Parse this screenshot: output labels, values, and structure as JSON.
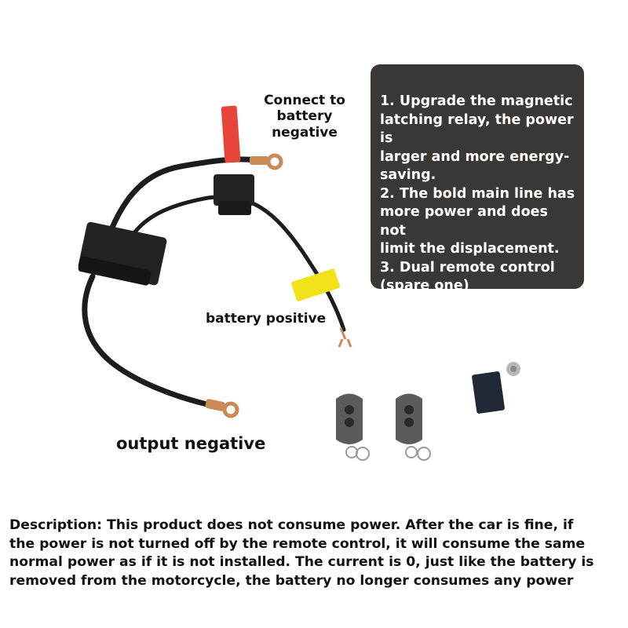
{
  "labels": {
    "battery_negative": [
      "Connect to",
      "battery negative"
    ],
    "battery_positive": "battery positive",
    "output_negative": "output negative"
  },
  "info_panel": {
    "features": [
      "1. Upgrade the magnetic",
      "latching relay, the power is",
      "larger and more energy-",
      "saving.",
      "2. The bold main line has",
      "more power and does not",
      "limit the displacement.",
      "3. Dual remote control",
      "(spare one)"
    ],
    "bg_color": "#3b3734"
  },
  "description_lines": [
    "Description: This product does not consume power. After the car is fine, if",
    "the power is not turned off by the remote control, it will consume the same",
    "normal power as if it is not installed. The current is 0, just like the battery is",
    "removed from the motorcycle, the battery no longer consumes any power"
  ],
  "colors": {
    "cable": "#1c1c1c",
    "relay_box": "#222222",
    "red_tag": "#e8453a",
    "yellow_tag": "#f2e21a",
    "copper_lug": "#c98a55",
    "remote_body": "#5b5b5b"
  }
}
